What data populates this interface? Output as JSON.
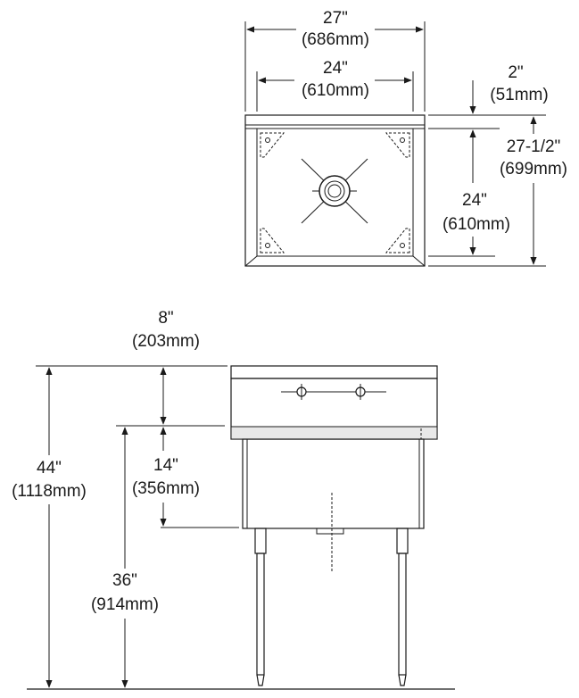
{
  "top_view": {
    "overall_width": {
      "in": "27\"",
      "mm": "(686mm)"
    },
    "bowl_width": {
      "in": "24\"",
      "mm": "(610mm)"
    },
    "backsplash_depth": {
      "in": "2\"",
      "mm": "(51mm)"
    },
    "overall_depth": {
      "in": "27-1/2\"",
      "mm": "(699mm)"
    },
    "bowl_depth": {
      "in": "24\"",
      "mm": "(610mm)"
    }
  },
  "side_view": {
    "backsplash_height": {
      "in": "8\"",
      "mm": "(203mm)"
    },
    "bowl_depth": {
      "in": "14\"",
      "mm": "(356mm)"
    },
    "overall_height": {
      "in": "44\"",
      "mm": "(1118mm)"
    },
    "rim_height": {
      "in": "36\"",
      "mm": "(914mm)"
    }
  },
  "colors": {
    "line": "#1a1a1a",
    "fill_gray": "#e8e8e8",
    "background": "#ffffff"
  }
}
